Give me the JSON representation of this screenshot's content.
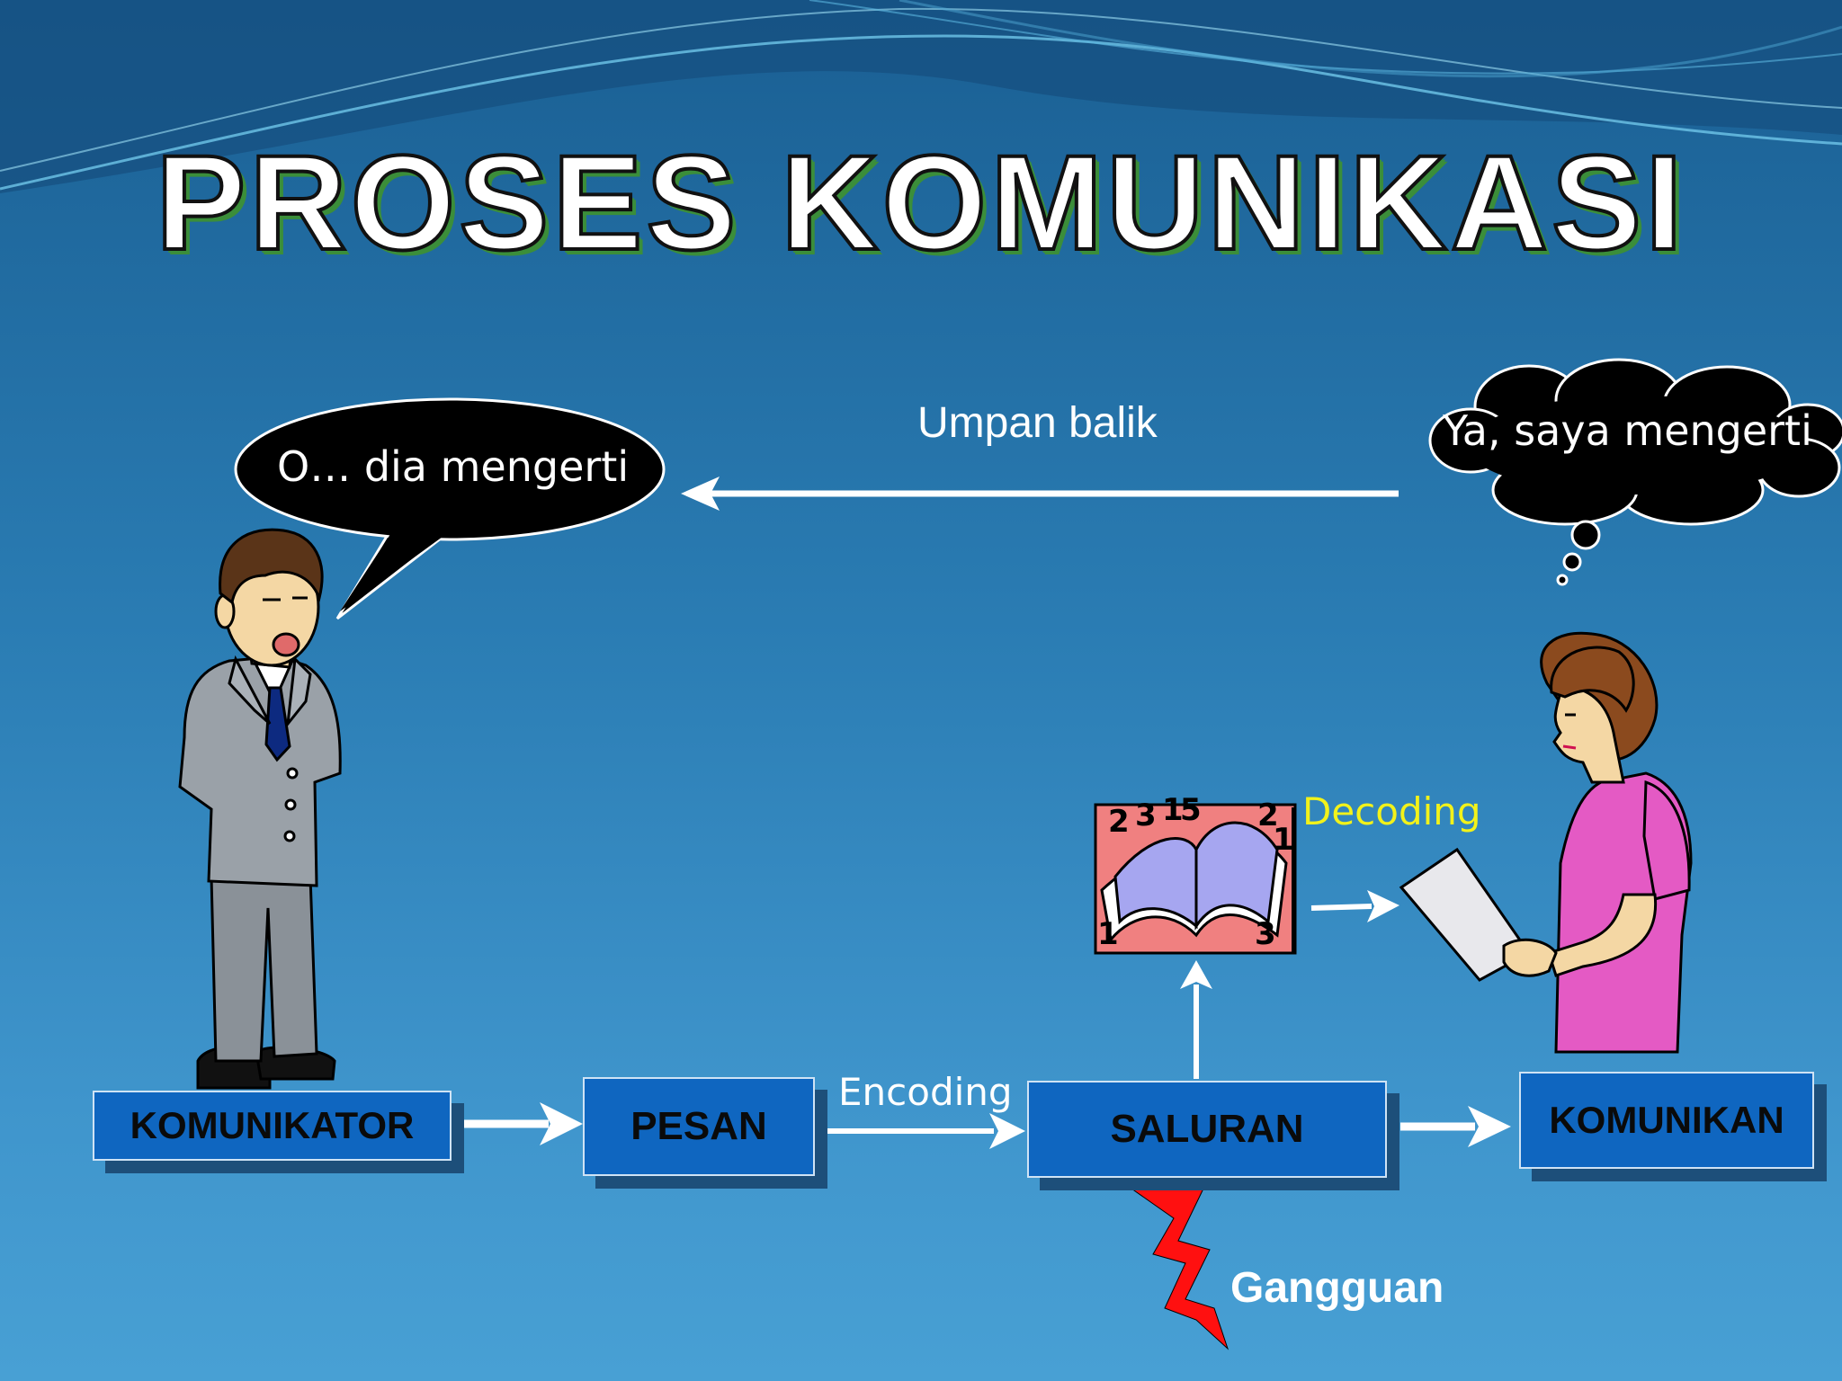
{
  "title": "PROSES KOMUNIKASI",
  "feedback_label": "Umpan balik",
  "speech_bubble": "O… dia mengerti",
  "thought_bubble": "Ya, saya mengerti",
  "nodes": {
    "komunikator": "KOMUNIKATOR",
    "pesan": "PESAN",
    "saluran": "SALURAN",
    "komunikan": "KOMUNIKAN"
  },
  "encoding_label": "Encoding",
  "decoding_label": "Decoding",
  "noise_label": "Gangguan",
  "book_numbers": [
    "2",
    "3",
    "1",
    "5",
    "2",
    "1",
    "1",
    "3"
  ],
  "colors": {
    "box_fill": "#0f66c0",
    "decoding_text": "#f2f21a",
    "noise_bolt": "#ff1010",
    "title_shadow": "#3b8e3a"
  }
}
